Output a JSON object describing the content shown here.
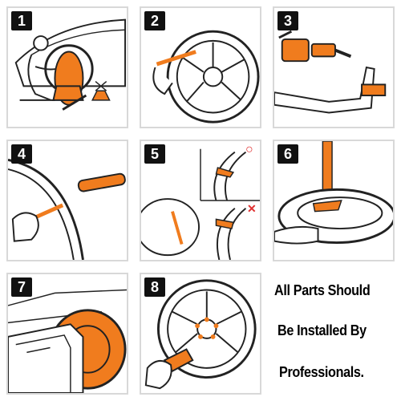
{
  "steps": [
    {
      "number": "1"
    },
    {
      "number": "2"
    },
    {
      "number": "3"
    },
    {
      "number": "4"
    },
    {
      "number": "5"
    },
    {
      "number": "6"
    },
    {
      "number": "7"
    },
    {
      "number": "8"
    }
  ],
  "notice": {
    "line1": "All Parts Should",
    "line2": "Be Installed By",
    "line3": "Professionals."
  },
  "step5_marks": {
    "correct": "○",
    "wrong": "✕",
    "correct_color": "#e03030",
    "wrong_color": "#e03030"
  },
  "colors": {
    "accent": "#f07c1e",
    "outline": "#222222"
  }
}
